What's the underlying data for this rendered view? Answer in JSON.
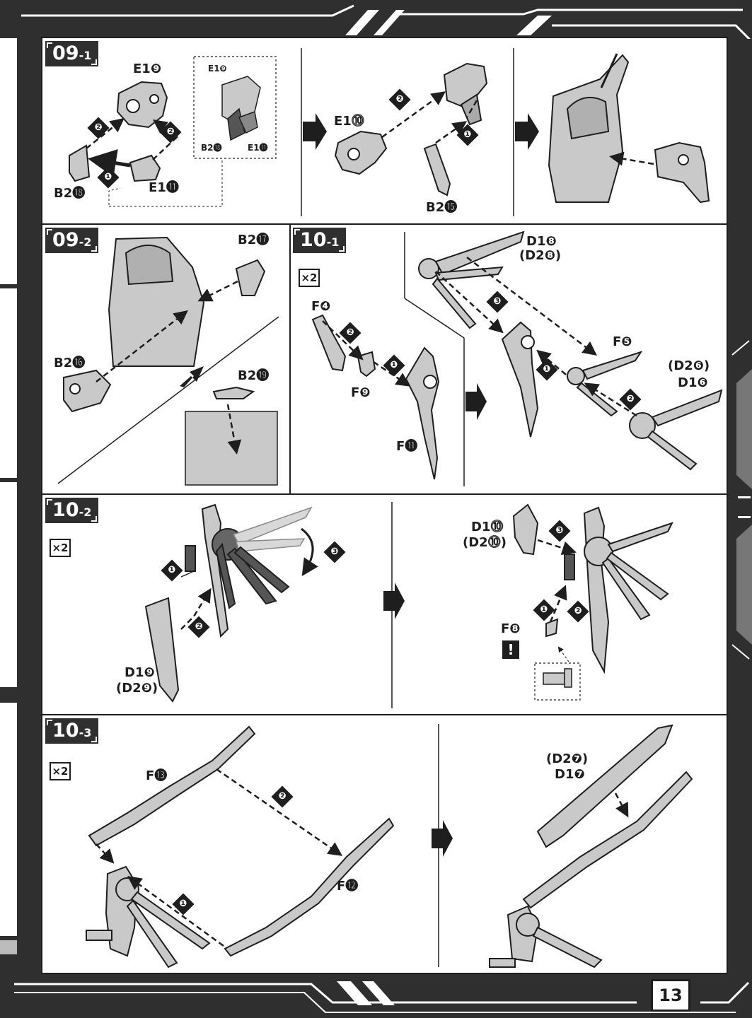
{
  "page_number": "13",
  "quantity_label": "×2",
  "caution_mark": "!",
  "steps": {
    "s09_1": {
      "label_main": "09",
      "label_sub": "-1",
      "parts": [
        "E1❾",
        "B2⓲",
        "E1⓫",
        "E1⓾",
        "B2⓯"
      ],
      "inset_parts": [
        "E1❾",
        "B2⓲",
        "E1⓫"
      ],
      "callouts": [
        "❷",
        "❷",
        "❶",
        "❷",
        "❶"
      ]
    },
    "s09_2": {
      "label_main": "09",
      "label_sub": "-2",
      "parts": [
        "B2⓱",
        "B2⓰",
        "B2⓳"
      ]
    },
    "s10_1": {
      "label_main": "10",
      "label_sub": "-1",
      "parts": [
        "F❹",
        "F❾",
        "F⓫",
        "D1❽",
        "(D2❽)",
        "F❺",
        "(D2❻)",
        "D1❻"
      ],
      "callouts": [
        "❷",
        "❶",
        "❸",
        "❶",
        "❷"
      ]
    },
    "s10_2": {
      "label_main": "10",
      "label_sub": "-2",
      "parts": [
        "D1❾",
        "(D2❾)",
        "D1⓾",
        "(D2⓾)",
        "F❽"
      ],
      "callouts": [
        "❶",
        "❷",
        "❸",
        "❸",
        "❶",
        "❷"
      ]
    },
    "s10_3": {
      "label_main": "10",
      "label_sub": "-3",
      "parts": [
        "F⓭",
        "F⓬",
        "(D2❼)",
        "D1❼"
      ],
      "callouts": [
        "❷",
        "❶"
      ]
    }
  },
  "colors": {
    "frame": "#2f2f2f",
    "ink": "#1e1e1e",
    "part_fill": "#c9c9c9",
    "paper": "#ffffff"
  }
}
